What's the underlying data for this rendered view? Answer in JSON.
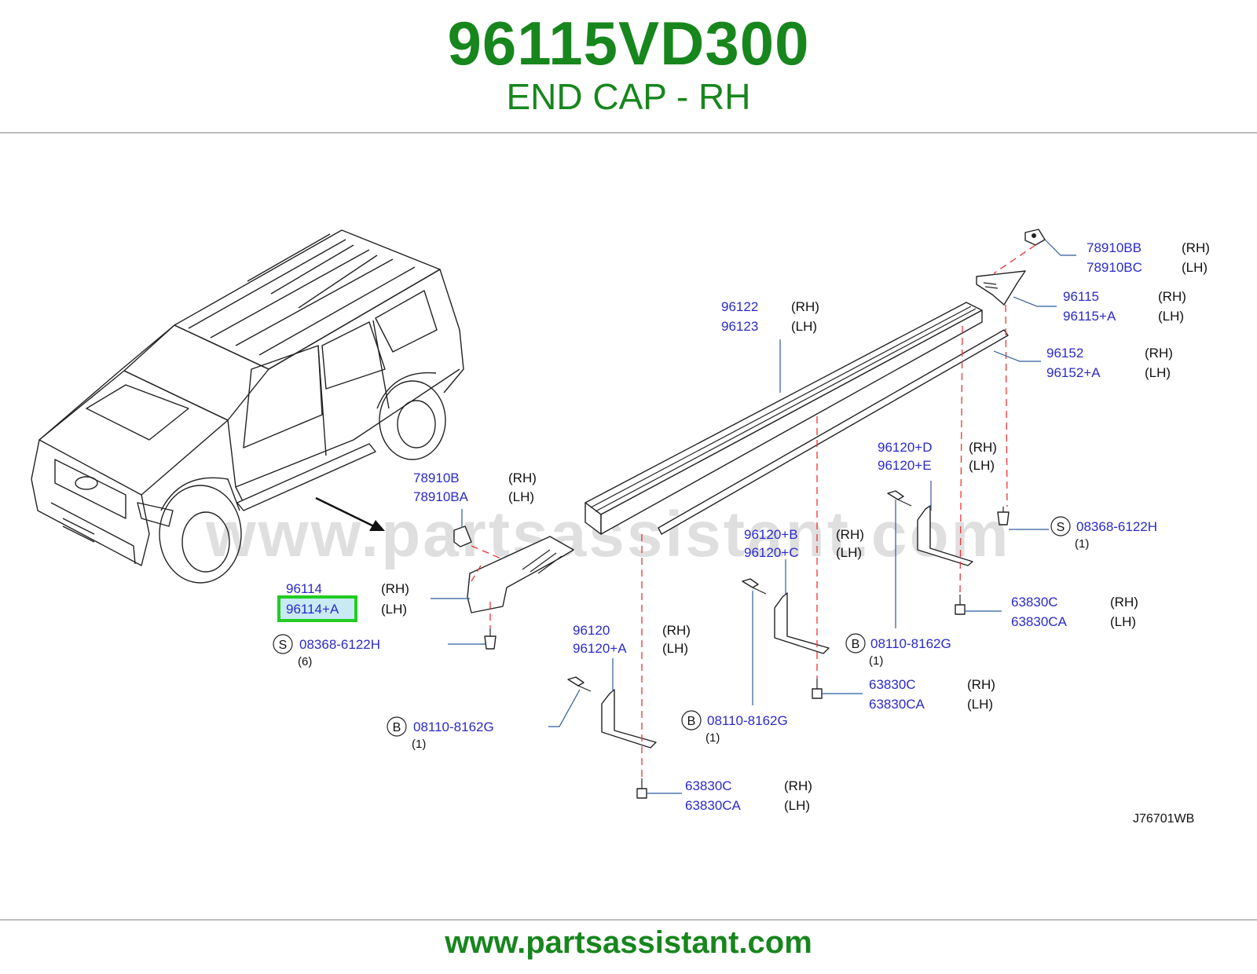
{
  "header": {
    "part_number": "96115VD300",
    "part_description": "END CAP - RH"
  },
  "footer": {
    "url": "www.partsassistant.com"
  },
  "watermark": "www.partsassistant.com",
  "diagram_code": "J76701WB",
  "highlight_color": "#22cc22",
  "callouts": [
    {
      "id": "c1",
      "line1": "78910BB",
      "side1": "(RH)",
      "line2": "78910BC",
      "side2": "(LH)"
    },
    {
      "id": "c2",
      "line1": "96115",
      "side1": "(RH)",
      "line2": "96115+A",
      "side2": "(LH)"
    },
    {
      "id": "c3",
      "line1": "96122",
      "side1": "(RH)",
      "line2": "96123",
      "side2": "(LH)"
    },
    {
      "id": "c4",
      "line1": "96152",
      "side1": "(RH)",
      "line2": "96152+A",
      "side2": "(LH)"
    },
    {
      "id": "c5",
      "line1": "96120+D",
      "side1": "(RH)",
      "line2": "96120+E",
      "side2": "(LH)"
    },
    {
      "id": "c6",
      "line1": "78910B",
      "side1": "(RH)",
      "line2": "78910BA",
      "side2": "(LH)"
    },
    {
      "id": "c7",
      "line1": "96120+B",
      "side1": "(RH)",
      "line2": "96120+C",
      "side2": "(LH)"
    },
    {
      "id": "c8",
      "line1": "96114",
      "side1": "(RH)",
      "line2": "96114+A",
      "side2": "(LH)"
    },
    {
      "id": "c9",
      "line1": "63830C",
      "side1": "(RH)",
      "line2": "63830CA",
      "side2": "(LH)"
    },
    {
      "id": "c10",
      "line1": "96120",
      "side1": "(RH)",
      "line2": "96120+A",
      "side2": "(LH)"
    },
    {
      "id": "c11",
      "line1": "63830C",
      "side1": "(RH)",
      "line2": "63830CA",
      "side2": "(LH)"
    },
    {
      "id": "c12",
      "line1": "63830C",
      "side1": "(RH)",
      "line2": "63830CA",
      "side2": "(LH)"
    }
  ],
  "fasteners": [
    {
      "id": "f1",
      "badge": "S",
      "part": "08368-6122H",
      "qty": "(1)"
    },
    {
      "id": "f2",
      "badge": "S",
      "part": "08368-6122H",
      "qty": "(6)"
    },
    {
      "id": "f3",
      "badge": "B",
      "part": "08110-8162G",
      "qty": "(1)"
    },
    {
      "id": "f4",
      "badge": "B",
      "part": "08110-8162G",
      "qty": "(1)"
    },
    {
      "id": "f5",
      "badge": "B",
      "part": "08110-8162G",
      "qty": "(1)"
    }
  ]
}
